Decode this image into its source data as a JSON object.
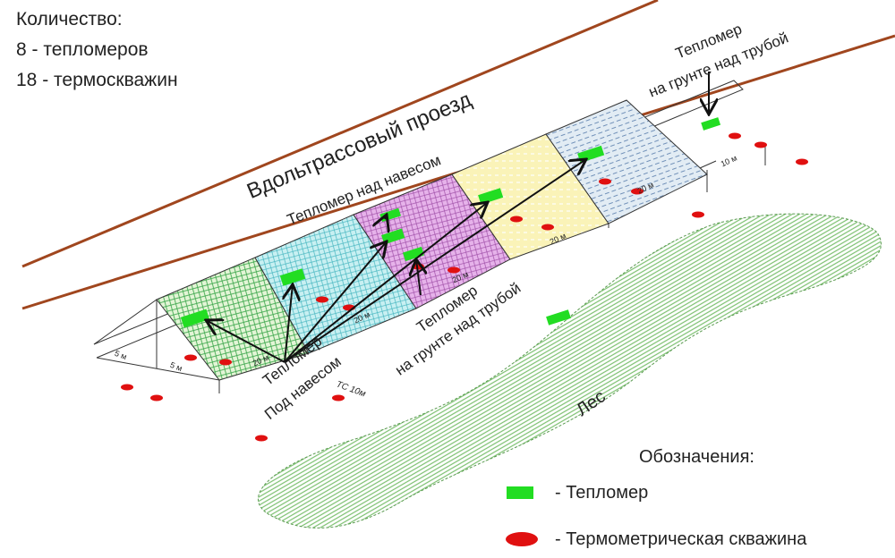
{
  "count": {
    "title": "Количество:",
    "line1": "8 - тепломеров",
    "line2": "18 - термоскважин"
  },
  "road_label": "Вдольтрассовый проезд",
  "labels": {
    "above_canopy": "Тепломер над навесом",
    "under_canopy_1": "Тепломер",
    "under_canopy_2": "Под навесом",
    "ground_mid_1": "Тепломер",
    "ground_mid_2": "на грунте над трубой",
    "ground_top_1": "Тепломер",
    "ground_top_2": "на грунте над трубой",
    "forest": "Лес",
    "dim_5a": "5 м",
    "dim_5b": "5 м",
    "dim_20a": "20 м",
    "dim_20b": "20 м",
    "dim_20c": "20 м",
    "dim_20d": "20 м",
    "dim_20e": "20 м",
    "dim_10": "10 м",
    "tc": "TC 10м"
  },
  "legend": {
    "title": "Обозначения:",
    "heat_meter": "- Тепломер",
    "borehole": "- Термометрическая скважина"
  },
  "colors": {
    "road": "#a0461e",
    "heat_meter": "#22dd22",
    "borehole": "#e01010"
  }
}
